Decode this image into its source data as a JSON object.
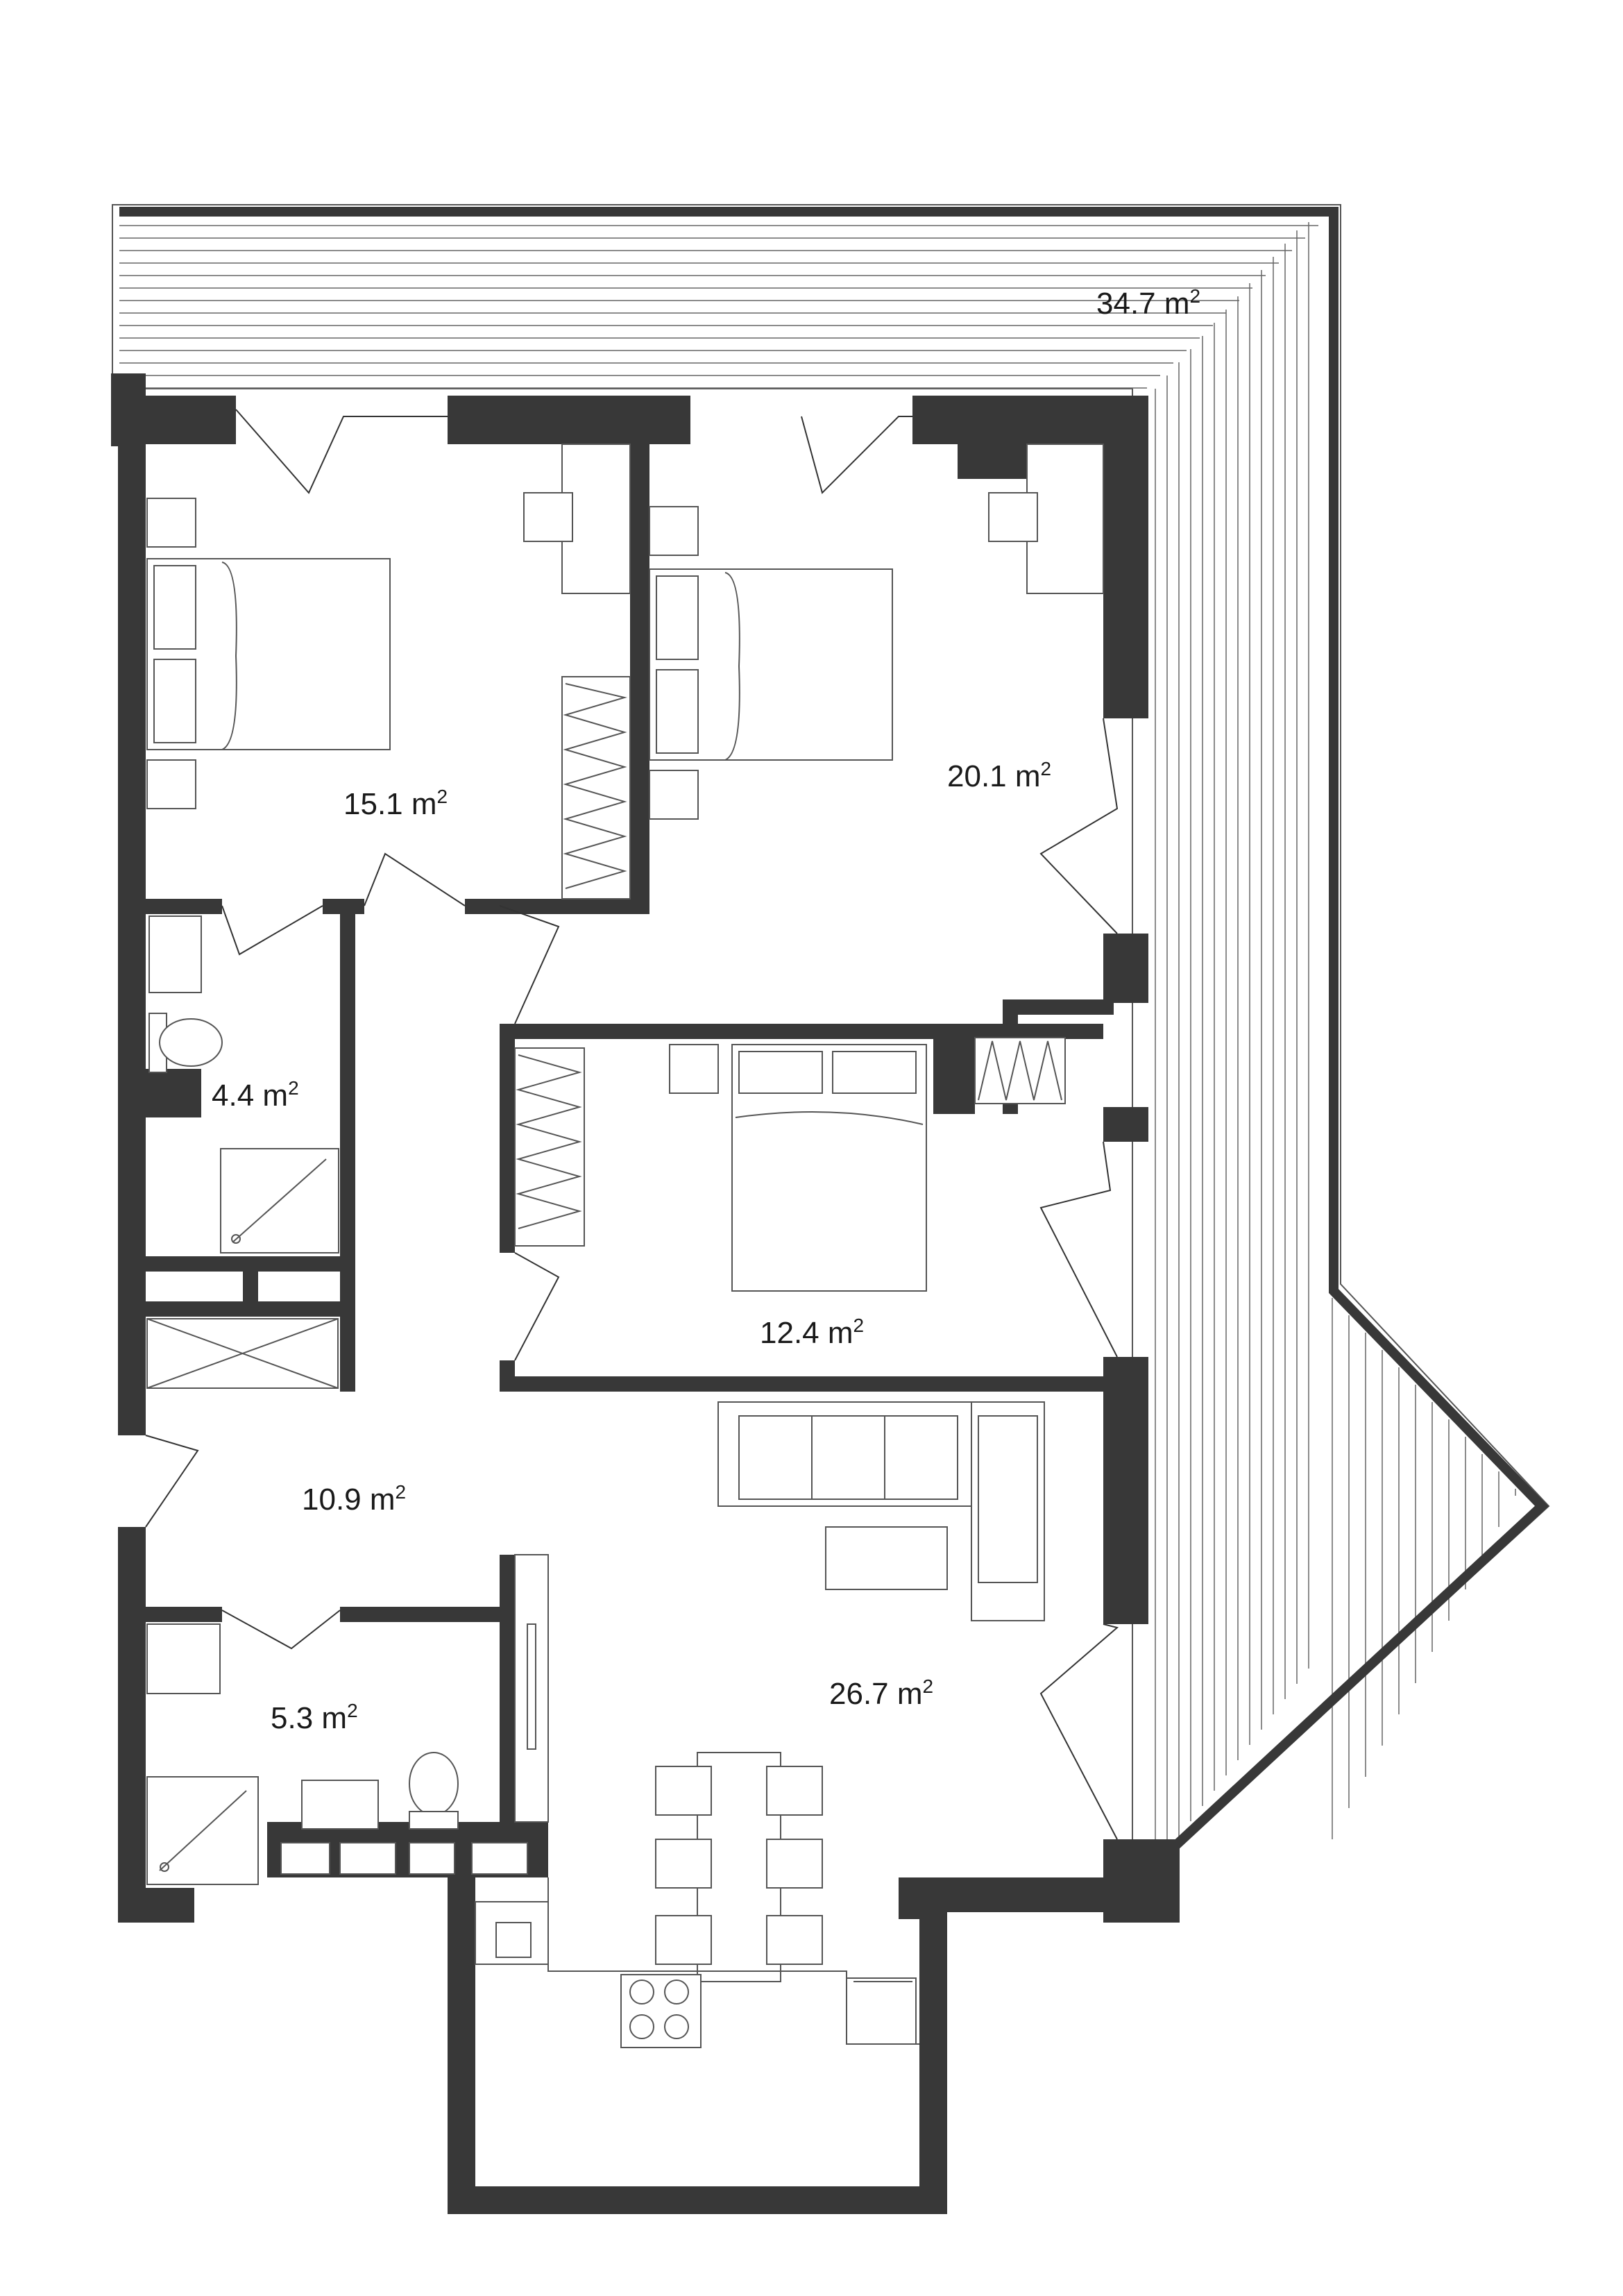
{
  "plan": {
    "rooms": [
      {
        "id": "terrace",
        "name": "",
        "area": "34.7",
        "unit": "m",
        "unit_sup": "2"
      },
      {
        "id": "bedroom-1",
        "name": "",
        "area": "15.1",
        "unit": "m",
        "unit_sup": "2"
      },
      {
        "id": "bedroom-2",
        "name": "",
        "area": "20.1",
        "unit": "m",
        "unit_sup": "2"
      },
      {
        "id": "bathroom-1",
        "name": "",
        "area": "4.4",
        "unit": "m",
        "unit_sup": "2"
      },
      {
        "id": "bedroom-3",
        "name": "",
        "area": "12.4",
        "unit": "m",
        "unit_sup": "2"
      },
      {
        "id": "hall",
        "name": "",
        "area": "10.9",
        "unit": "m",
        "unit_sup": "2"
      },
      {
        "id": "bathroom-2",
        "name": "",
        "area": "5.3",
        "unit": "m",
        "unit_sup": "2"
      },
      {
        "id": "living-kitchen",
        "name": "",
        "area": "26.7",
        "unit": "m",
        "unit_sup": "2"
      }
    ],
    "colors": {
      "wall": "#383838",
      "line": "#555555",
      "background": "#ffffff"
    }
  }
}
